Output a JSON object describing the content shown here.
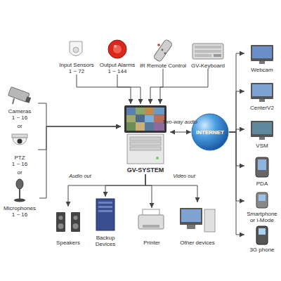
{
  "diagram": {
    "nodes": [
      {
        "text": [
          "Input Sensors",
          "1 ~ 72"
        ]
      },
      {
        "text": [
          "Output Alarms",
          "1 ~ 144"
        ]
      },
      {
        "text": [
          "IR Remote Control"
        ]
      },
      {
        "text": [
          "GV-Keyboard"
        ]
      },
      {
        "text": [
          "Cameras",
          "1 ~ 16"
        ]
      },
      {
        "text": [
          "PTZ",
          "1 ~ 16"
        ]
      },
      {
        "text": [
          "Microphones",
          "1 ~ 16"
        ]
      },
      {
        "text": [
          "GV-SYSTEM"
        ]
      },
      {
        "text": [
          "INTERNET"
        ]
      },
      {
        "text": [
          "Webcam"
        ]
      },
      {
        "text": [
          "CenterV2"
        ]
      },
      {
        "text": [
          "VSM"
        ]
      },
      {
        "text": [
          "PDA"
        ]
      },
      {
        "text": [
          "Smartphone or i-Mode"
        ]
      },
      {
        "text": [
          "3G phone"
        ]
      },
      {
        "text": [
          "Speakers"
        ]
      },
      {
        "text": [
          "Backup Devices"
        ]
      },
      {
        "text": [
          "Printer"
        ]
      },
      {
        "text": [
          "Other devices"
        ]
      }
    ],
    "edges": [
      {
        "from": 0,
        "to": 7,
        "arrow": "to"
      },
      {
        "from": 1,
        "to": 7,
        "arrow": "to"
      },
      {
        "from": 2,
        "to": 7,
        "arrow": "to"
      },
      {
        "from": 3,
        "to": 7,
        "arrow": "to"
      },
      {
        "from": 4,
        "to": 7,
        "arrow": "to"
      },
      {
        "from": 5,
        "to": 7,
        "arrow": "to"
      },
      {
        "from": 6,
        "to": 7,
        "arrow": "to"
      },
      {
        "from": 7,
        "to": 8,
        "label": "Two-way audio",
        "arrow": "both"
      },
      {
        "from": 8,
        "to": 9,
        "arrow": "to"
      },
      {
        "from": 8,
        "to": 10,
        "arrow": "to"
      },
      {
        "from": 8,
        "to": 11,
        "arrow": "to"
      },
      {
        "from": 8,
        "to": 12,
        "arrow": "to"
      },
      {
        "from": 8,
        "to": 13,
        "arrow": "to"
      },
      {
        "from": 8,
        "to": 14,
        "arrow": "to"
      },
      {
        "from": 7,
        "to": 15,
        "label": "Audio out",
        "arrow": "to"
      },
      {
        "from": 7,
        "to": 16,
        "arrow": "to"
      },
      {
        "from": 7,
        "to": 17,
        "arrow": "to"
      },
      {
        "from": 7,
        "to": 18,
        "label": "Video out",
        "arrow": "to"
      }
    ],
    "labels": [
      "or",
      "or"
    ]
  }
}
